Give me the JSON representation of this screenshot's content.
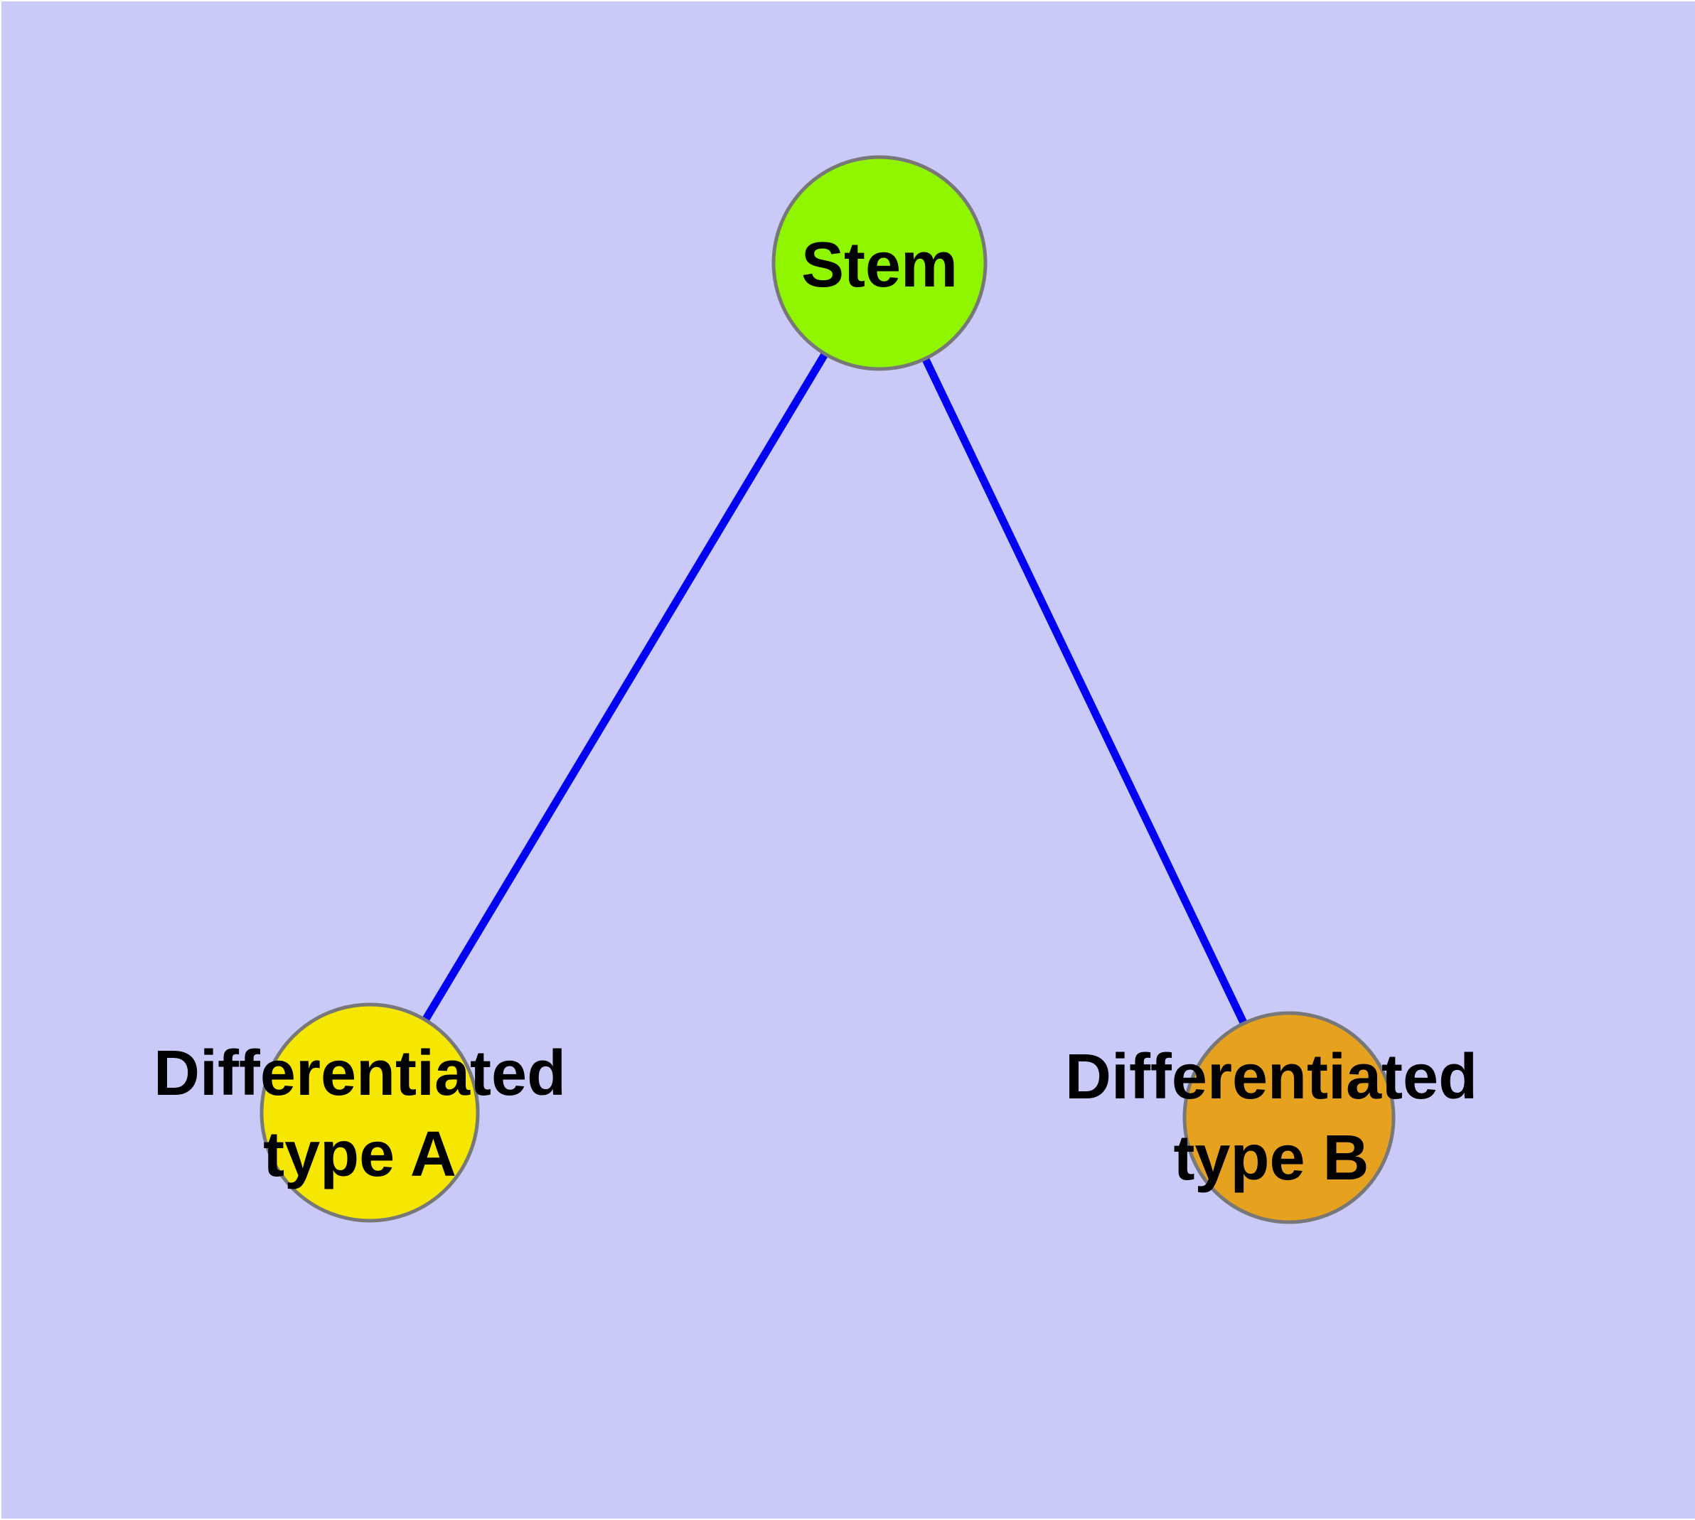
{
  "diagram": {
    "background_color": "#CACAF8",
    "edge_color": "#0202F2",
    "node_border_color": "#787878",
    "label_color": "#000000",
    "nodes": {
      "stem": {
        "label": "Stem",
        "color": "#90F600"
      },
      "type_a": {
        "label_line1": "Differentiated",
        "label_line2": "type A",
        "color": "#F6E700"
      },
      "type_b": {
        "label_line1": "Differentiated",
        "label_line2": "type B",
        "color": "#E6A11F"
      }
    },
    "edges": [
      {
        "from": "Stem",
        "to": "Differentiated type A"
      },
      {
        "from": "Stem",
        "to": "Differentiated type B"
      }
    ]
  }
}
